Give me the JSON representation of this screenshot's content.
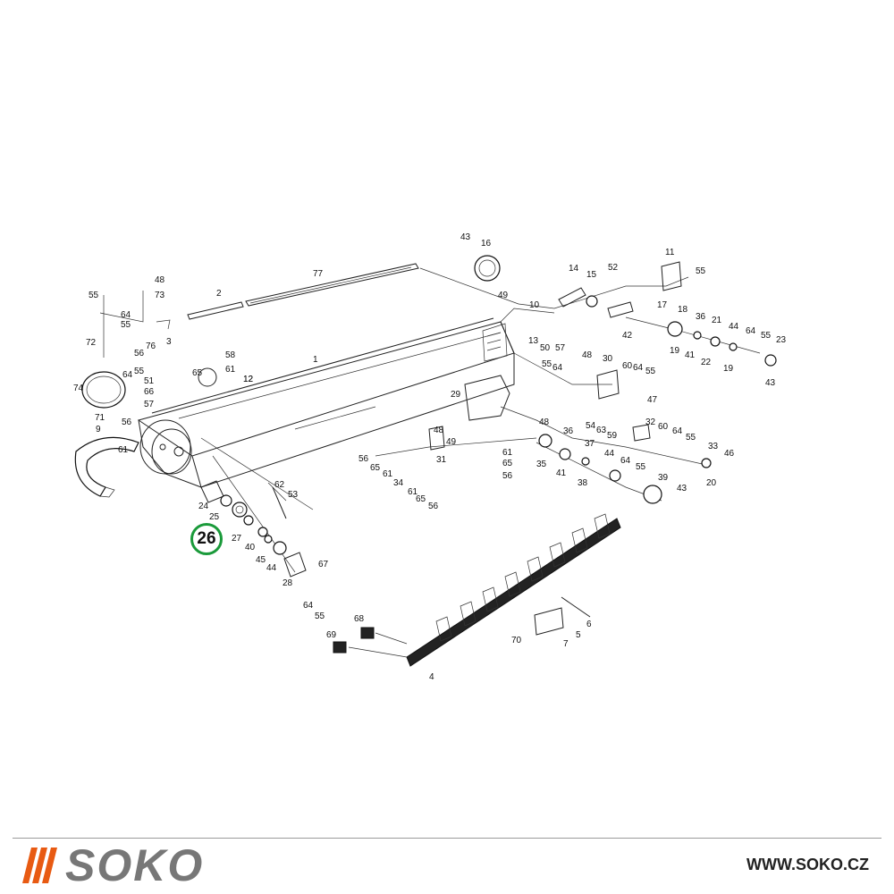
{
  "diagram": {
    "highlighted_part": "26",
    "part_numbers": [
      "43",
      "16",
      "11",
      "55",
      "14",
      "15",
      "52",
      "77",
      "49",
      "10",
      "17",
      "2",
      "48",
      "73",
      "55",
      "64",
      "55",
      "13",
      "42",
      "18",
      "36",
      "21",
      "44",
      "64",
      "55",
      "23",
      "56",
      "76",
      "3",
      "72",
      "58",
      "65",
      "61",
      "12",
      "50",
      "57",
      "19",
      "41",
      "22",
      "19",
      "43",
      "1",
      "48",
      "30",
      "55",
      "64",
      "60",
      "64",
      "55",
      "74",
      "64",
      "55",
      "51",
      "66",
      "57",
      "71",
      "29",
      "47",
      "48",
      "32",
      "56",
      "54",
      "63",
      "59",
      "60",
      "64",
      "55",
      "9",
      "61",
      "48",
      "36",
      "56",
      "65",
      "61",
      "49",
      "31",
      "37",
      "33",
      "46",
      "62",
      "34",
      "61",
      "65",
      "56",
      "41",
      "38",
      "35",
      "44",
      "64",
      "55",
      "20",
      "53",
      "61",
      "65",
      "56",
      "39",
      "43",
      "24",
      "25",
      "27",
      "40",
      "45",
      "44",
      "28",
      "67",
      "64",
      "55",
      "68",
      "69",
      "6",
      "70",
      "5",
      "7",
      "4",
      "12"
    ]
  },
  "footer": {
    "brand": "SOKO",
    "url": "WWW.SOKO.CZ",
    "accent_color": "#e85a12",
    "text_color": "#777777"
  }
}
